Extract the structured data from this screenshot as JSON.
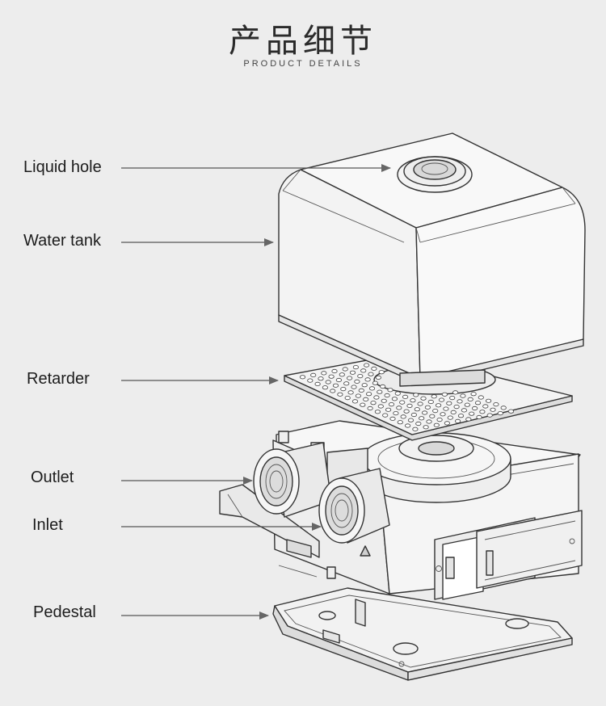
{
  "header": {
    "title": "产品细节",
    "subtitle": "PRODUCT DETAILS"
  },
  "parts": [
    {
      "id": "liquid-hole",
      "label": "Liquid hole"
    },
    {
      "id": "water-tank",
      "label": "Water tank"
    },
    {
      "id": "retarder",
      "label": "Retarder"
    },
    {
      "id": "outlet",
      "label": "Outlet"
    },
    {
      "id": "inlet",
      "label": "Inlet"
    },
    {
      "id": "pedestal",
      "label": "Pedestal"
    }
  ],
  "colors": {
    "background": "#ededed",
    "line": "#333333",
    "arrow": "#666666",
    "body_fill": "#f6f6f6"
  }
}
